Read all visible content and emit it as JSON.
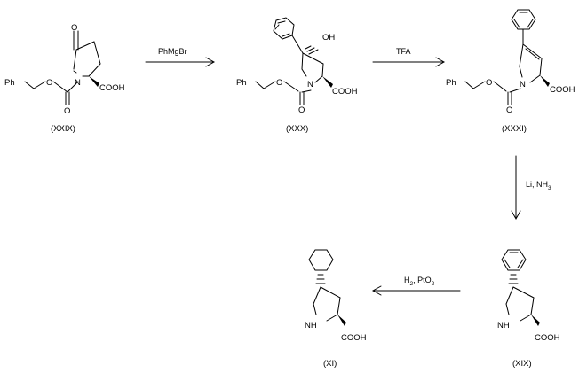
{
  "scheme": {
    "compounds": {
      "c29": "(XXIX)",
      "c30": "(XXX)",
      "c31": "(XXXI)",
      "c19": "(XIX)",
      "c11": "(XI)"
    },
    "reagents": {
      "r1": "PhMgBr",
      "r2": "TFA",
      "r3_main": "Li, NH",
      "r3_sub": "3",
      "r4_main": "H",
      "r4_sub1": "2",
      "r4_mid": ", PtO",
      "r4_sub2": "2"
    },
    "atoms": {
      "ph": "Ph",
      "o": "O",
      "n": "N",
      "nh": "NH",
      "oh": "OH",
      "cooh": "COOH"
    }
  }
}
